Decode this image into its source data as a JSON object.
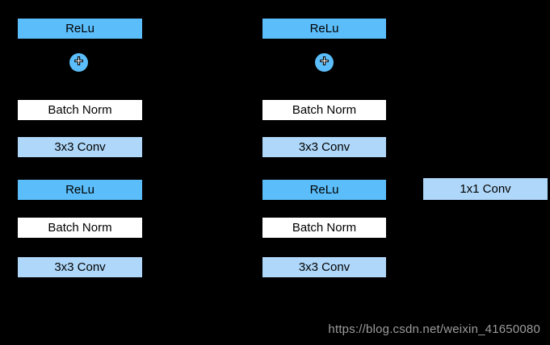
{
  "colors": {
    "bg": "#000000",
    "relu_fill": "#5BBDF9",
    "conv_fill": "#AFD7F9",
    "norm_fill": "#FFFFFF",
    "box_border": "#000000",
    "box_text": "#000000",
    "watermark_text": "#9C9C9C"
  },
  "columns": [
    {
      "name": "left-residual-block",
      "rows": [
        {
          "label": "ReLu",
          "type": "relu"
        },
        {
          "label": "+",
          "type": "add-node"
        },
        {
          "label": "Batch Norm",
          "type": "norm"
        },
        {
          "label": "3x3 Conv",
          "type": "conv"
        },
        {
          "label": "ReLu",
          "type": "relu"
        },
        {
          "label": "Batch Norm",
          "type": "norm"
        },
        {
          "label": "3x3 Conv",
          "type": "conv"
        }
      ]
    },
    {
      "name": "middle-residual-block",
      "rows": [
        {
          "label": "ReLu",
          "type": "relu"
        },
        {
          "label": "+",
          "type": "add-node"
        },
        {
          "label": "Batch Norm",
          "type": "norm"
        },
        {
          "label": "3x3 Conv",
          "type": "conv"
        },
        {
          "label": "ReLu",
          "type": "relu"
        },
        {
          "label": "Batch Norm",
          "type": "norm"
        },
        {
          "label": "3x3 Conv",
          "type": "conv"
        }
      ]
    }
  ],
  "shortcut_box": {
    "label": "1x1 Conv"
  },
  "watermark": {
    "text": "https://blog.csdn.net/weixin_41650080"
  }
}
